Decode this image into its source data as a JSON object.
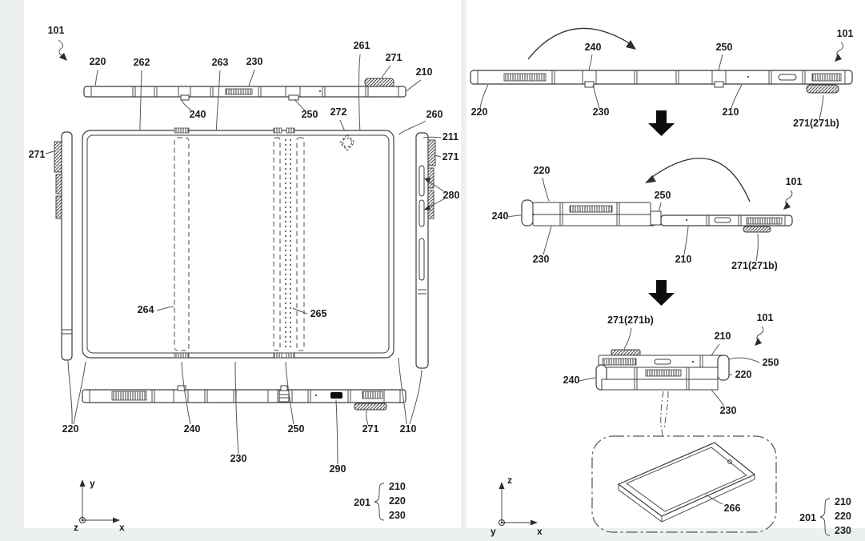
{
  "lf": {
    "ref": "101",
    "te": {
      "t220": "220",
      "t262": "262",
      "t263": "263",
      "t230": "230",
      "t261": "261",
      "t271": "271",
      "t210": "210",
      "t240": "240",
      "t250": "250",
      "t272": "272"
    },
    "fr": {
      "l264": "264",
      "l265": "265",
      "l260": "260"
    },
    "re": {
      "l211": "211",
      "l271": "271",
      "l280": "280"
    },
    "le": {
      "l271": "271"
    },
    "be": {
      "b220": "220",
      "b240": "240",
      "b230": "230",
      "b250": "250",
      "b290": "290",
      "b271": "271",
      "b210": "210"
    },
    "ax": {
      "up": "y",
      "right": "x",
      "out": "z"
    },
    "asm": {
      "ref": "201",
      "items": [
        "210",
        "220",
        "230"
      ]
    }
  },
  "rf": {
    "s1": {
      "ref": "101",
      "l220": "220",
      "l240": "240",
      "l230": "230",
      "l250": "250",
      "l210": "210",
      "l271": "271(271b)"
    },
    "s2": {
      "ref": "101",
      "l220": "220",
      "l240": "240",
      "l230": "230",
      "l250": "250",
      "l210": "210",
      "l271": "271(271b)"
    },
    "s3": {
      "ref": "101",
      "l220": "220",
      "l240": "240",
      "l230": "230",
      "l250": "250",
      "l210": "210",
      "l271": "271(271b)"
    },
    "inset": {
      "l266": "266"
    },
    "ax": {
      "up": "z",
      "right": "x",
      "out": "y"
    },
    "asm": {
      "ref": "201",
      "items": [
        "210",
        "220",
        "230"
      ]
    }
  }
}
